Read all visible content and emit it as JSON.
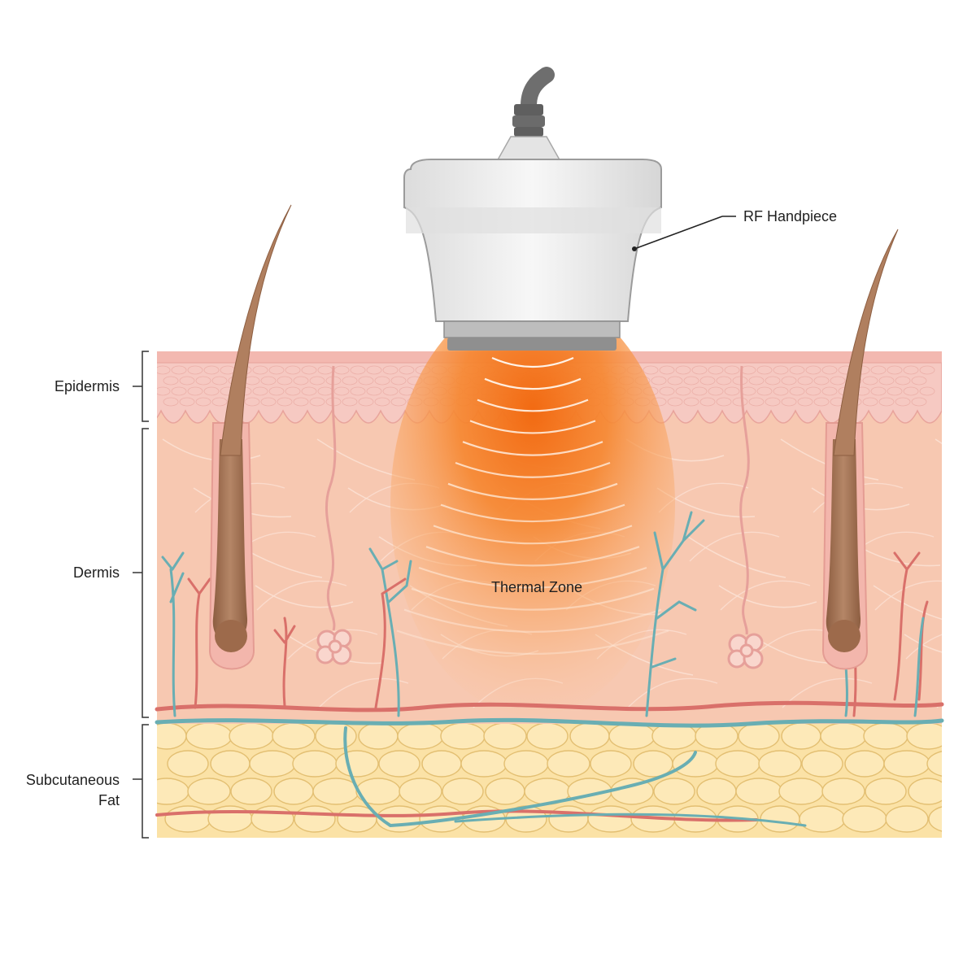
{
  "labels": {
    "handpiece": "RF Handpiece",
    "thermal_zone": "Thermal Zone",
    "epidermis": "Epidermis",
    "dermis": "Dermis",
    "subcutaneous_line1": "Subcutaneous",
    "subcutaneous_line2": "Fat"
  },
  "colors": {
    "epidermis": "#f6c9c2",
    "dermis": "#f7c8b1",
    "fat": "#fbe2a6",
    "fat_cell_stroke": "#e3bf72",
    "heat_core": "#f26a12",
    "artery": "#d9706a",
    "vein": "#69aeb3",
    "hair": "#a67656",
    "device_body": "#ededed",
    "device_base": "#8f8f8f",
    "cable": "#6e6e6e"
  },
  "icons": {
    "device": "rf-handpiece-icon",
    "hair": "hair-follicle-icon",
    "gland": "sweat-gland-icon"
  }
}
